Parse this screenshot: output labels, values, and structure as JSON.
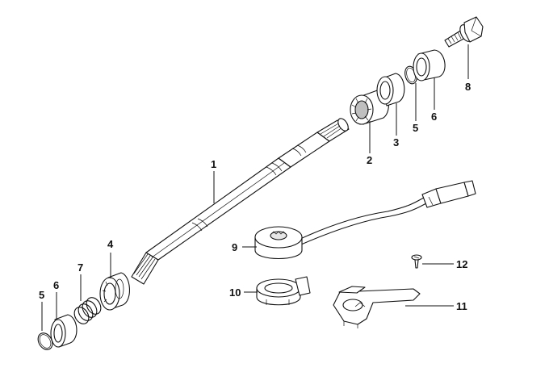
{
  "diagram": {
    "labels": {
      "l1": "1",
      "l2": "2",
      "l3": "3",
      "l4": "4",
      "l5a": "5",
      "l5b": "5",
      "l6a": "6",
      "l6b": "6",
      "l7": "7",
      "l8": "8",
      "l9": "9",
      "l10": "10",
      "l11": "11",
      "l12": "12"
    }
  },
  "colors": {
    "line": "#111111",
    "fill_light": "#ffffff",
    "fill_shade": "#d9d9d9"
  }
}
